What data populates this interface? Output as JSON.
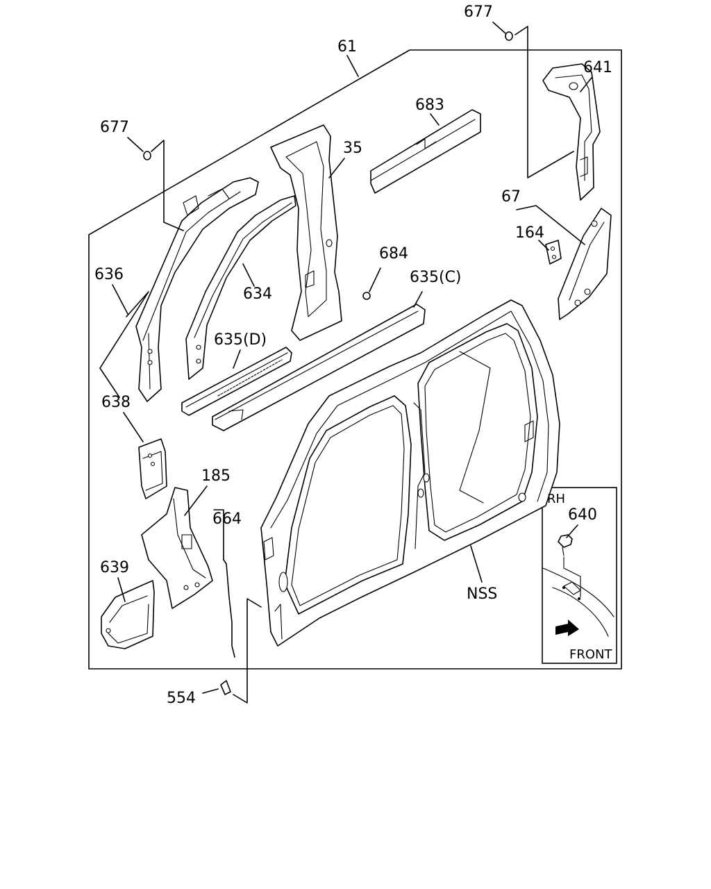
{
  "labels": {
    "p677_top": "677",
    "p61": "61",
    "p641": "641",
    "p683": "683",
    "p677_left": "677",
    "p35": "35",
    "p67": "67",
    "p164": "164",
    "p636": "636",
    "p634": "634",
    "p684": "684",
    "p635c": "635(C)",
    "p635d": "635(D)",
    "p638": "638",
    "p185": "185",
    "p664": "664",
    "p639": "639",
    "pnss": "NSS",
    "p554": "554"
  },
  "inset": {
    "side": "RH",
    "part": "640",
    "direction": "FRONT"
  }
}
